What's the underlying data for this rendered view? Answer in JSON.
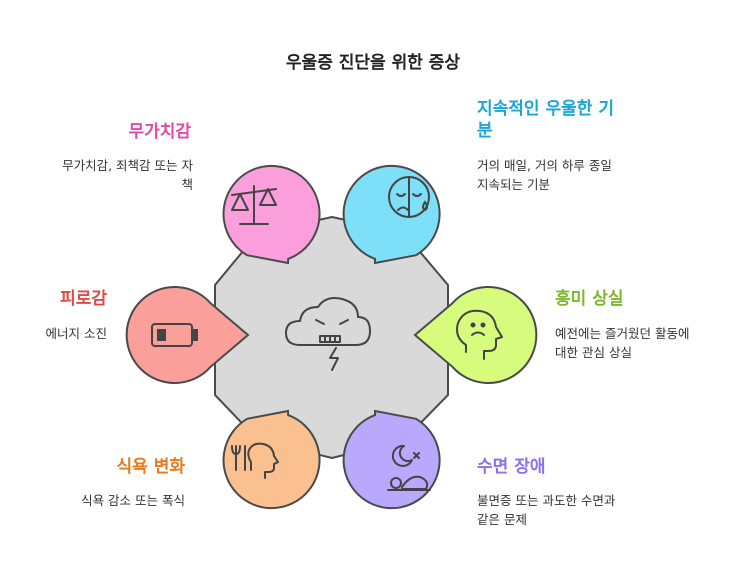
{
  "title": "우울증 진단을 위한 증상",
  "colors": {
    "center": "#d9d9d9",
    "outline": "#4a4a4a",
    "pink": "#fb9fdc",
    "pink_text": "#e24aaa",
    "blue": "#7ddff8",
    "blue_text": "#1aa5d8",
    "green": "#d7fb7d",
    "green_text": "#7cb82a",
    "red": "#fb9f9b",
    "red_text": "#e04a45",
    "orange": "#fbc08f",
    "orange_text": "#e87a1e",
    "purple": "#b9a8fb",
    "purple_text": "#8b6ff0"
  },
  "center_icon": "storm-cloud-icon",
  "symptoms": [
    {
      "key": "guilt",
      "title": "무가치감",
      "desc_lines": [
        "무가치감, 죄책감 또는 자",
        "책"
      ],
      "icon": "scale-icon"
    },
    {
      "key": "mood",
      "title_lines": [
        "지속적인 우울한 기",
        "분"
      ],
      "desc_lines": [
        "거의 매일, 거의 하루 종일",
        "지속되는 기분"
      ],
      "icon": "sad-face-icon"
    },
    {
      "key": "fatigue",
      "title": "피로감",
      "desc_lines": [
        "에너지 소진"
      ],
      "icon": "low-battery-icon"
    },
    {
      "key": "interest",
      "title": "흥미 상실",
      "desc_lines": [
        "예전에는 즐거웠던 활동에",
        "대한 관심 상실"
      ],
      "icon": "unhappy-head-icon"
    },
    {
      "key": "appetite",
      "title": "식욕 변화",
      "desc_lines": [
        "식욕 감소 또는 폭식"
      ],
      "icon": "eating-head-icon"
    },
    {
      "key": "sleep",
      "title": "수면 장애",
      "desc_lines": [
        "불면증 또는 과도한 수면과",
        "같은 문제"
      ],
      "icon": "insomnia-icon"
    }
  ]
}
